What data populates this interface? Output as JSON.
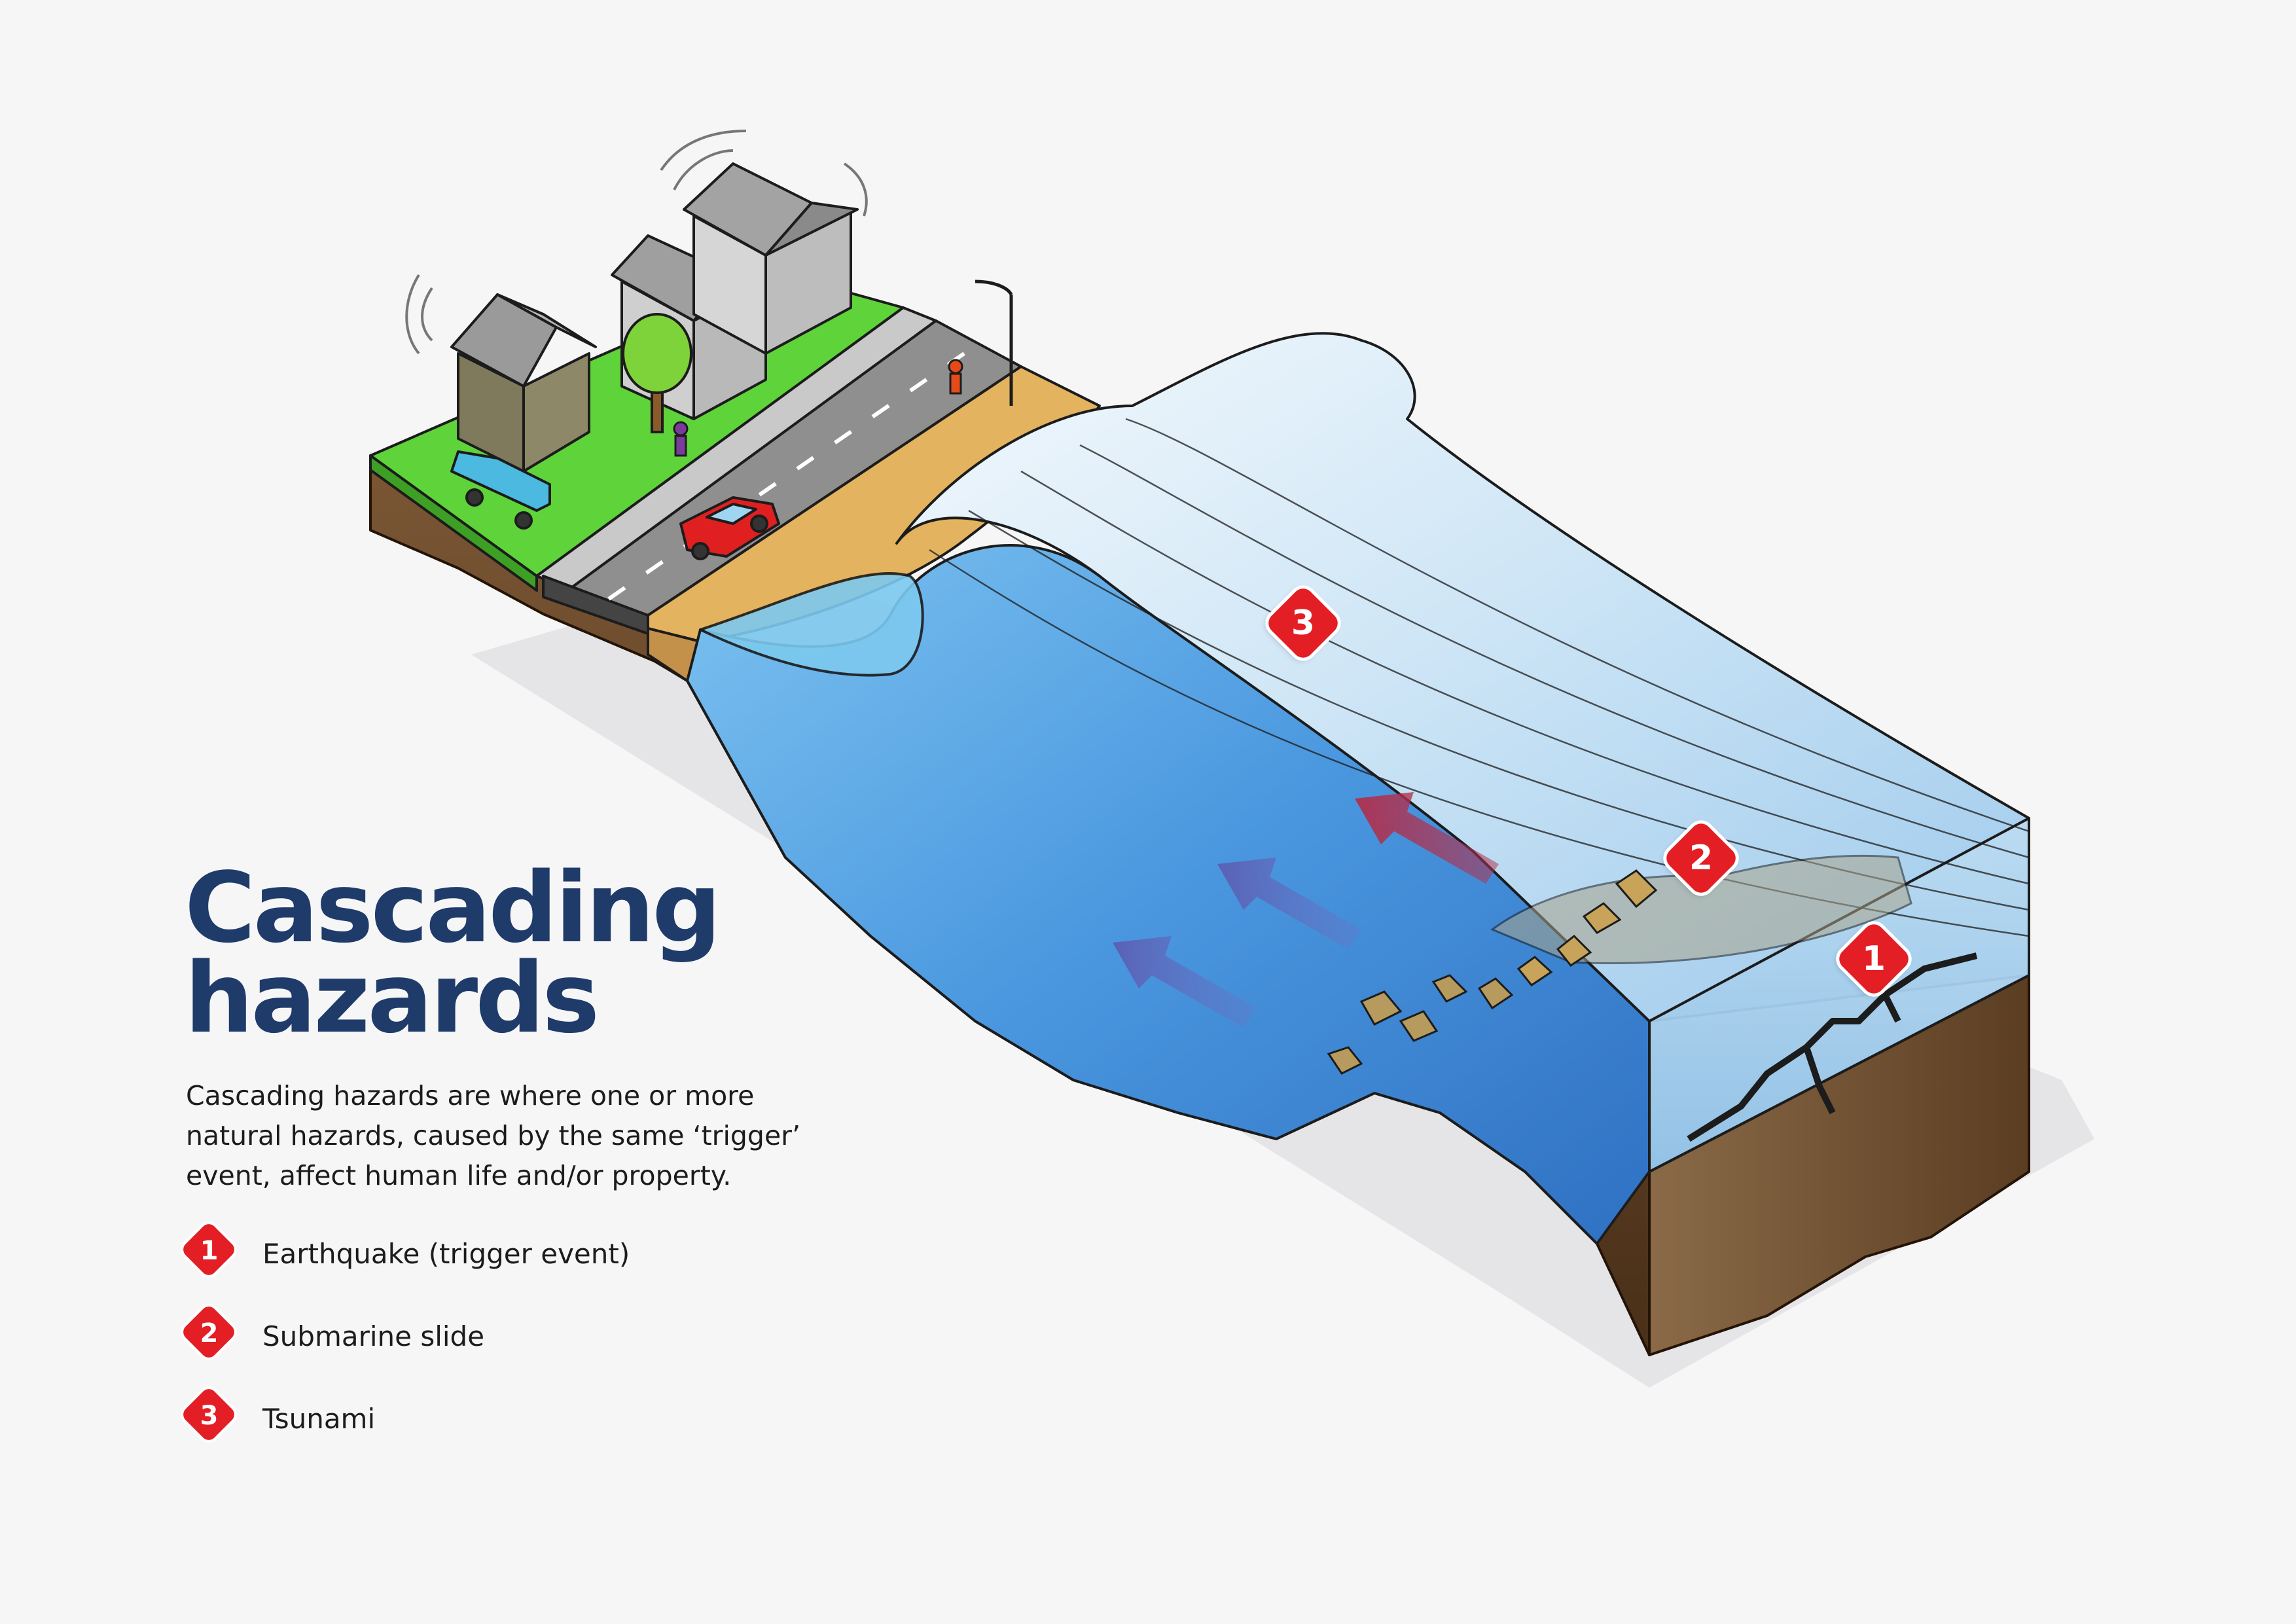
{
  "title_lines": [
    "Cascading",
    "hazards"
  ],
  "description": "Cascading hazards are where one or more natural hazards, caused by the same ‘trigger’ event, affect human life and/or property.",
  "legend": [
    {
      "number": "1",
      "label": "Earthquake (trigger event)"
    },
    {
      "number": "2",
      "label": "Submarine slide"
    },
    {
      "number": "3",
      "label": "Tsunami"
    }
  ],
  "markers": [
    {
      "number": "1",
      "hazard": "earthquake"
    },
    {
      "number": "2",
      "hazard": "submarine-slide"
    },
    {
      "number": "3",
      "hazard": "tsunami"
    }
  ],
  "colors": {
    "title": "#1f3b6a",
    "badge": "#e31e24",
    "soil": "#6b4a2b",
    "grass": "#5fd33a",
    "road": "#8f8f8f",
    "sand": "#e4b35f",
    "water": "#4d9ae0",
    "wave_crest": "#eaf4fb"
  }
}
